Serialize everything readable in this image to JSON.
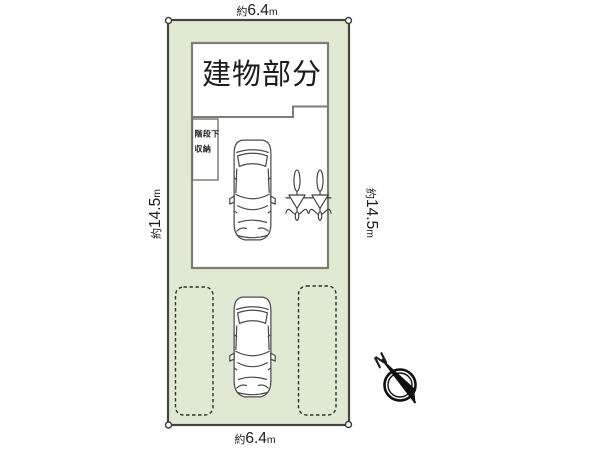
{
  "plan": {
    "type": "site-plan",
    "title": "建物部分",
    "storage": {
      "line1": "階段下",
      "line2": "収納"
    },
    "dimensions": {
      "top": {
        "prefix": "約",
        "value": "6.4",
        "unit": "m"
      },
      "bottom": {
        "prefix": "約",
        "value": "6.4",
        "unit": "m"
      },
      "left": {
        "prefix": "約",
        "value": "14.5",
        "unit": "m"
      },
      "right": {
        "prefix": "約",
        "value": "14.5",
        "unit": "m"
      }
    },
    "compass": {
      "label": "N"
    },
    "icons": {
      "garage_car": "car-icon",
      "parking_car": "car-icon",
      "bicycles": "bicycle-icon",
      "north": "compass-icon",
      "boundary_points": "corner-marker-icon"
    },
    "colors": {
      "lot_fill": "#e0ead3",
      "lot_border": "#45443e",
      "building_fill": "#ffffff",
      "building_border": "#7d7d75",
      "line_dark": "#2f2f2f"
    }
  }
}
